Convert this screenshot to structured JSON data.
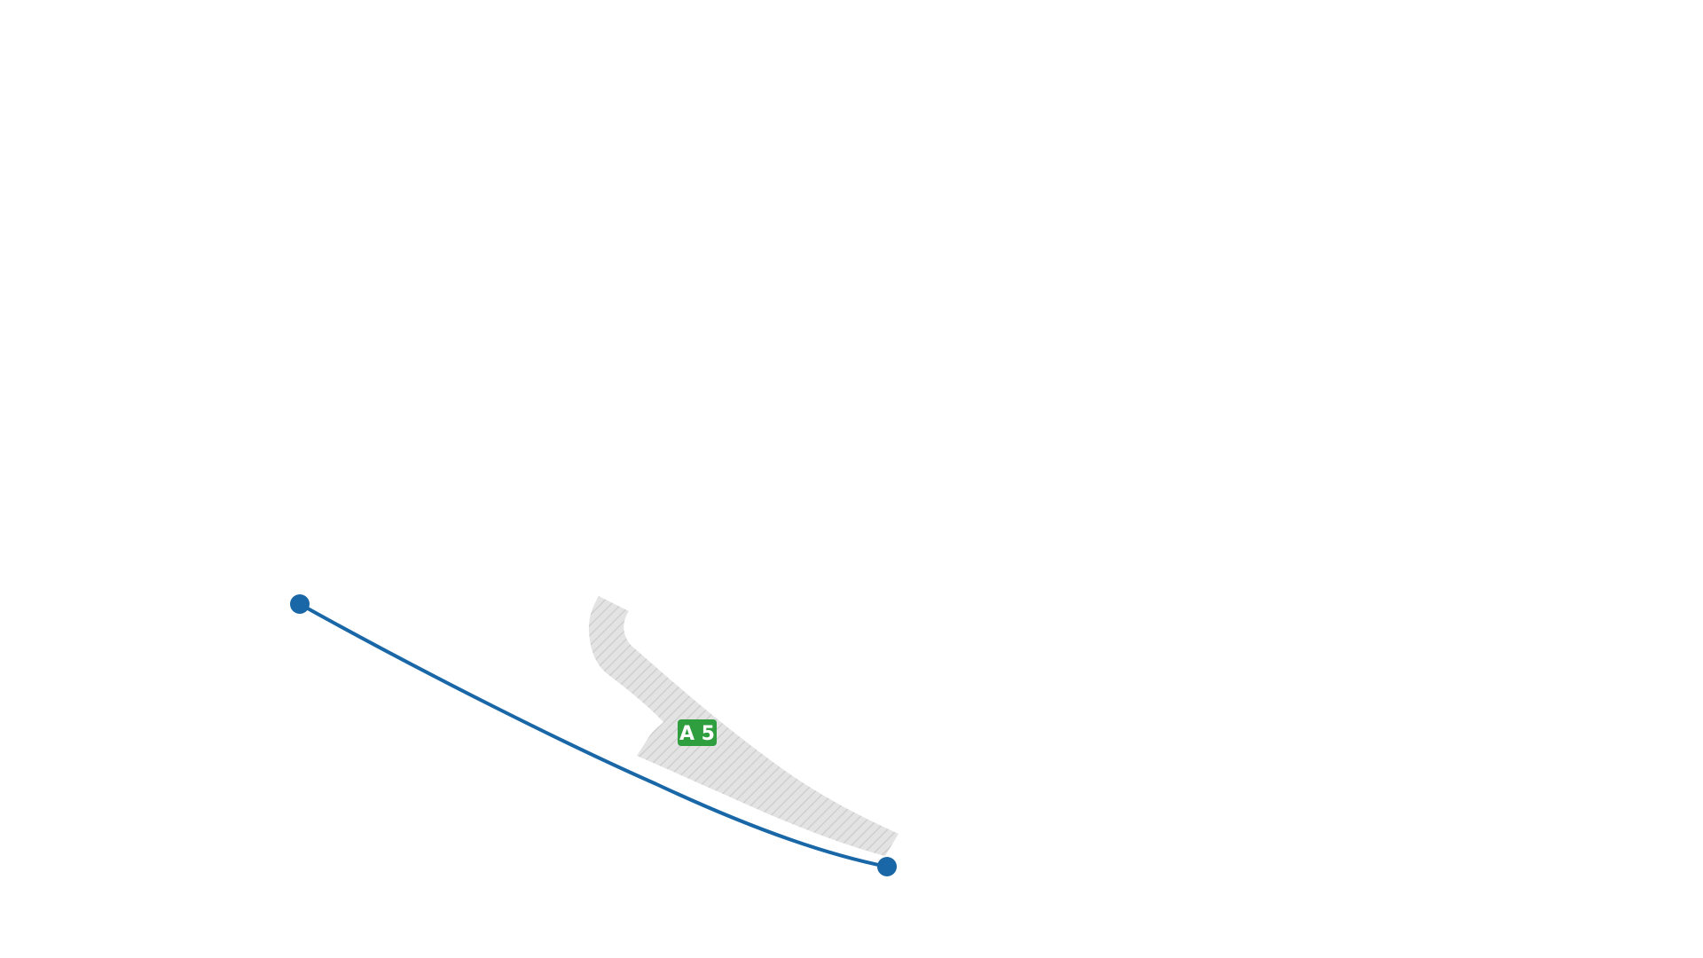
{
  "map": {
    "background_color": "#ffffff",
    "area": {
      "fill_color": "#e3e3e3",
      "hatch_color": "#cfcfcf",
      "pattern": "diagonal-hatch"
    },
    "route": {
      "color": "#1967a6",
      "line_style": "solid",
      "endpoint_marker": "filled-circle"
    },
    "badge": {
      "label": "A 5",
      "color": "#2e9e3f",
      "text_color": "#ffffff"
    }
  }
}
